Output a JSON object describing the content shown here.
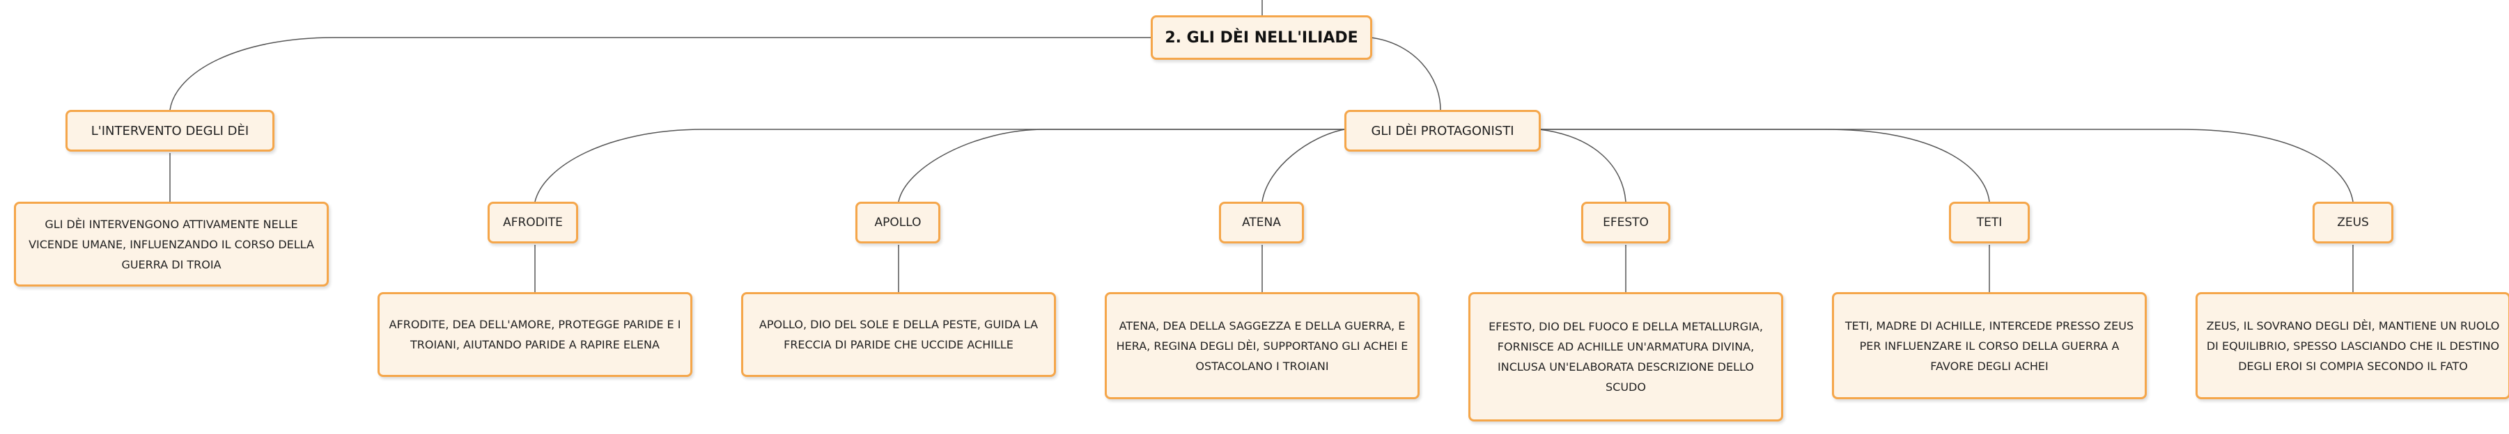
{
  "root": {
    "label": "2. GLI DÈI NELL'ILIADE"
  },
  "intervento": {
    "label": "L'INTERVENTO DEGLI DÈI",
    "description": "GLI DÈI INTERVENGONO ATTIVAMENTE NELLE VICENDE UMANE, INFLUENZANDO IL CORSO DELLA GUERRA DI TROIA"
  },
  "protagonisti": {
    "label": "GLI DÈI PROTAGONISTI",
    "gods": [
      {
        "name": "AFRODITE",
        "description": "AFRODITE, DEA DELL'AMORE, PROTEGGE PARIDE E I TROIANI, AIUTANDO PARIDE A RAPIRE ELENA"
      },
      {
        "name": "APOLLO",
        "description": "APOLLO, DIO DEL SOLE E DELLA PESTE, GUIDA LA FRECCIA DI PARIDE CHE UCCIDE ACHILLE"
      },
      {
        "name": "ATENA",
        "description": "ATENA, DEA DELLA SAGGEZZA E DELLA GUERRA, E HERA, REGINA DEGLI DÈI, SUPPORTANO GLI ACHEI E OSTACOLANO I TROIANI"
      },
      {
        "name": "EFESTO",
        "description": "EFESTO, DIO DEL FUOCO E DELLA METALLURGIA, FORNISCE AD ACHILLE UN'ARMATURA DIVINA, INCLUSA UN'ELABORATA DESCRIZIONE DELLO SCUDO"
      },
      {
        "name": "TETI",
        "description": "TETI, MADRE DI ACHILLE, INTERCEDE PRESSO ZEUS PER INFLUENZARE IL CORSO DELLA GUERRA A FAVORE DEGLI ACHEI"
      },
      {
        "name": "ZEUS",
        "description": "ZEUS, IL SOVRANO DEGLI DÈI, MANTIENE UN RUOLO DI EQUILIBRIO, SPESSO LASCIANDO CHE IL DESTINO DEGLI EROI SI COMPIA SECONDO IL FATO"
      }
    ]
  }
}
